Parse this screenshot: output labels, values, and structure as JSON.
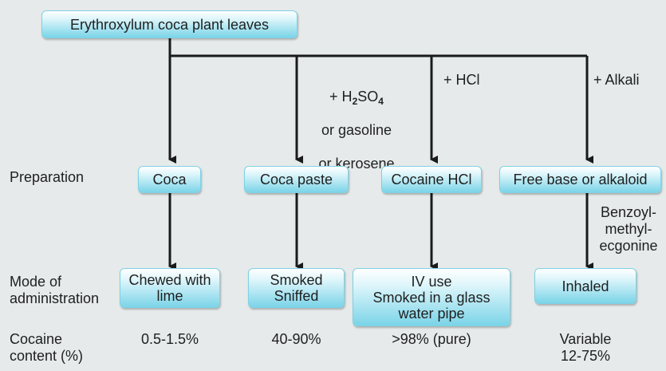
{
  "source": {
    "label": "Erythroxylum coca plant leaves"
  },
  "reagents": {
    "paste_line1_pre": "+ H",
    "paste_line1_sub1": "2",
    "paste_line1_mid": "SO",
    "paste_line1_sub2": "4",
    "paste_line2": "or gasoline",
    "paste_line3": "or kerosene",
    "hcl": "+ HCl",
    "alkali": "+ Alkali"
  },
  "row_labels": {
    "preparation": "Preparation",
    "mode": "Mode of\nadministration",
    "content": "Cocaine\ncontent (%)"
  },
  "preparations": [
    "Coca",
    "Coca paste",
    "Cocaine HCl",
    "Free base or alkaloid"
  ],
  "intermediate_note": "Benzoyl-\nmethyl-\necgonine",
  "modes": [
    "Chewed with\nlime",
    "Smoked\nSniffed",
    "IV use\nSmoked in a glass\nwater pipe",
    "Inhaled"
  ],
  "contents": [
    "0.5-1.5%",
    "40-90%",
    ">98% (pure)",
    "Variable\n12-75%"
  ],
  "colors": {
    "box_border": "#7fd2e4",
    "box_fill_bottom": "#7bd4e8",
    "line": "#1a1a1a",
    "background": "#e6eaea"
  }
}
